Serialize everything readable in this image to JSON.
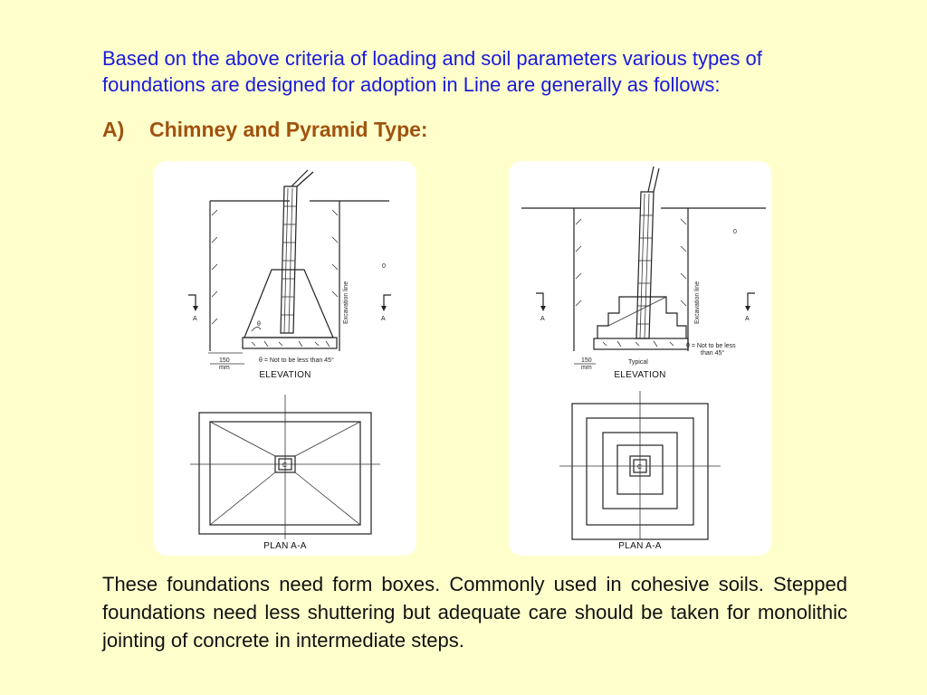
{
  "intro": "Based on the above criteria of loading and soil parameters various types of foundations are designed for adoption in Line are generally as follows:",
  "heading": {
    "number": "A)",
    "title": "Chimney and Pyramid Type:"
  },
  "left_panel": {
    "elevation_caption": "ELEVATION",
    "plan_caption": "PLAN  A-A",
    "note": "θ = Not to be less than 45°",
    "dim": "150",
    "dim_unit": "mm",
    "excavation": "Excavation line",
    "section_a": "A",
    "theta": "θ",
    "circle_mark": "0"
  },
  "right_panel": {
    "elevation_caption": "ELEVATION",
    "plan_caption": "PLAN  A-A",
    "note_line1": "θ = Not to be less",
    "note_line2": "than 45°",
    "dim": "150",
    "dim_unit": "mm",
    "typical": "Typical",
    "excavation": "Excavation line",
    "section_a": "A",
    "circle_mark": "0"
  },
  "outro": "These foundations need form boxes. Commonly used in cohesive soils. Stepped foundations need less shuttering but adequate care should be taken for monolithic jointing of concrete in intermediate steps."
}
